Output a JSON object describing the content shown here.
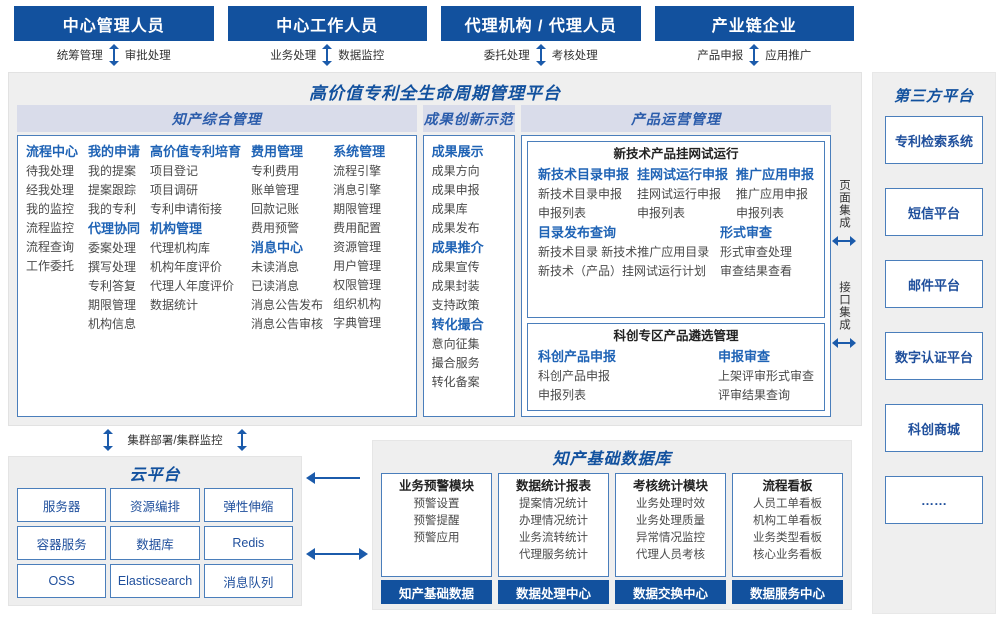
{
  "roles": [
    {
      "title": "中心管理人员",
      "left": "统筹管理",
      "right": "审批处理"
    },
    {
      "title": "中心工作人员",
      "left": "业务处理",
      "right": "数据监控"
    },
    {
      "title": "代理机构 / 代理人员",
      "left": "委托处理",
      "right": "考核处理"
    },
    {
      "title": "产业链企业",
      "left": "产品申报",
      "right": "应用推广"
    }
  ],
  "platform": {
    "title": "高价值专利全生命周期管理平台",
    "zones": {
      "zone_a": {
        "header": "知产综合管理",
        "columns": [
          {
            "groups": [
              {
                "title": "流程中心",
                "items": [
                  "待我处理",
                  "经我处理",
                  "我的监控",
                  "流程监控",
                  "流程查询",
                  "工作委托"
                ]
              }
            ]
          },
          {
            "groups": [
              {
                "title": "我的申请",
                "items": [
                  "我的提案",
                  "提案跟踪",
                  "我的专利"
                ]
              },
              {
                "title": "代理协同",
                "items": [
                  "委案处理",
                  "撰写处理",
                  "专利答复",
                  "期限管理",
                  "机构信息"
                ]
              }
            ]
          },
          {
            "groups": [
              {
                "title": "高价值专利培育",
                "items": [
                  "项目登记",
                  "项目调研",
                  "专利申请衔接"
                ]
              },
              {
                "title": "机构管理",
                "items": [
                  "代理机构库",
                  "机构年度评价",
                  "代理人年度评价",
                  "数据统计"
                ]
              }
            ]
          },
          {
            "groups": [
              {
                "title": "费用管理",
                "items": [
                  "专利费用",
                  "账单管理",
                  "回款记账",
                  "费用预警"
                ]
              },
              {
                "title": "消息中心",
                "items": [
                  "未读消息",
                  "已读消息",
                  "消息公告发布",
                  "消息公告审核"
                ]
              }
            ]
          },
          {
            "groups": [
              {
                "title": "系统管理",
                "items": [
                  "流程引擎",
                  "消息引擎",
                  "期限管理",
                  "费用配置",
                  "资源管理",
                  "用户管理",
                  "权限管理",
                  "组织机构",
                  "字典管理"
                ]
              }
            ]
          }
        ]
      },
      "zone_b": {
        "header": "成果创新示范",
        "columns": [
          {
            "groups": [
              {
                "title": "成果展示",
                "items": [
                  "成果方向",
                  "成果申报",
                  "成果库",
                  "成果发布"
                ]
              },
              {
                "title": "成果推介",
                "items": [
                  "成果宣传",
                  "成果封装",
                  "支持政策"
                ]
              },
              {
                "title": "转化撮合",
                "items": [
                  "意向征集",
                  "撮合服务",
                  "转化备案"
                ]
              }
            ]
          }
        ]
      },
      "zone_c": {
        "header": "产品运营管理",
        "boxes": [
          {
            "title": "新技术产品挂网试运行",
            "rows": [
              {
                "columns": [
                  {
                    "title": "新技术目录申报",
                    "items": [
                      "新技术目录申报",
                      "申报列表"
                    ]
                  },
                  {
                    "title": "挂网试运行申报",
                    "items": [
                      "挂网试运行申报",
                      "申报列表"
                    ]
                  },
                  {
                    "title": "推广应用申报",
                    "items": [
                      "推广应用申报",
                      "申报列表"
                    ]
                  }
                ]
              },
              {
                "columns": [
                  {
                    "title": "目录发布查询",
                    "items": [
                      "新技术目录    新技术推广应用目录",
                      "新技术（产品）挂网试运行计划"
                    ]
                  },
                  {
                    "title": "形式审查",
                    "items": [
                      "形式审查处理",
                      "审查结果查看"
                    ]
                  }
                ]
              }
            ]
          },
          {
            "title": "科创专区产品遴选管理",
            "rows": [
              {
                "columns": [
                  {
                    "title": "科创产品申报",
                    "items": [
                      "科创产品申报",
                      "申报列表"
                    ]
                  },
                  {
                    "title": "申报审查",
                    "items": [
                      "上架评审形式审查",
                      "评审结果查询"
                    ]
                  }
                ]
              }
            ]
          }
        ]
      }
    },
    "integration": {
      "page_label": "页面集成",
      "api_label": "接口集成"
    }
  },
  "third_party": {
    "title": "第三方平台",
    "items": [
      "专利检索系统",
      "短信平台",
      "邮件平台",
      "数字认证平台",
      "科创商城",
      "……"
    ]
  },
  "cluster": {
    "label": "集群部署/集群监控"
  },
  "cloud": {
    "title": "云平台",
    "cells": [
      "服务器",
      "资源编排",
      "弹性伸缩",
      "容器服务",
      "数据库",
      "Redis",
      "OSS",
      "Elasticsearch",
      "消息队列"
    ]
  },
  "database": {
    "title": "知产基础数据库",
    "columns": [
      {
        "title": "业务预警模块",
        "items": [
          "预警设置",
          "预警提醒",
          "预警应用"
        ],
        "footer": "知产基础数据"
      },
      {
        "title": "数据统计报表",
        "items": [
          "提案情况统计",
          "办理情况统计",
          "业务流转统计",
          "代理服务统计"
        ],
        "footer": "数据处理中心"
      },
      {
        "title": "考核统计模块",
        "items": [
          "业务处理时效",
          "业务处理质量",
          "异常情况监控",
          "代理人员考核"
        ],
        "footer": "数据交换中心"
      },
      {
        "title": "流程看板",
        "items": [
          "人员工单看板",
          "机构工单看板",
          "业务类型看板",
          "核心业务看板"
        ],
        "footer": "数据服务中心"
      }
    ]
  },
  "colors": {
    "brand_blue": "#12519e",
    "accent_blue": "#1f63b5",
    "border_blue": "#4a7ebb",
    "panel_gray": "#efefef",
    "zone_head": "#d9dcea"
  }
}
